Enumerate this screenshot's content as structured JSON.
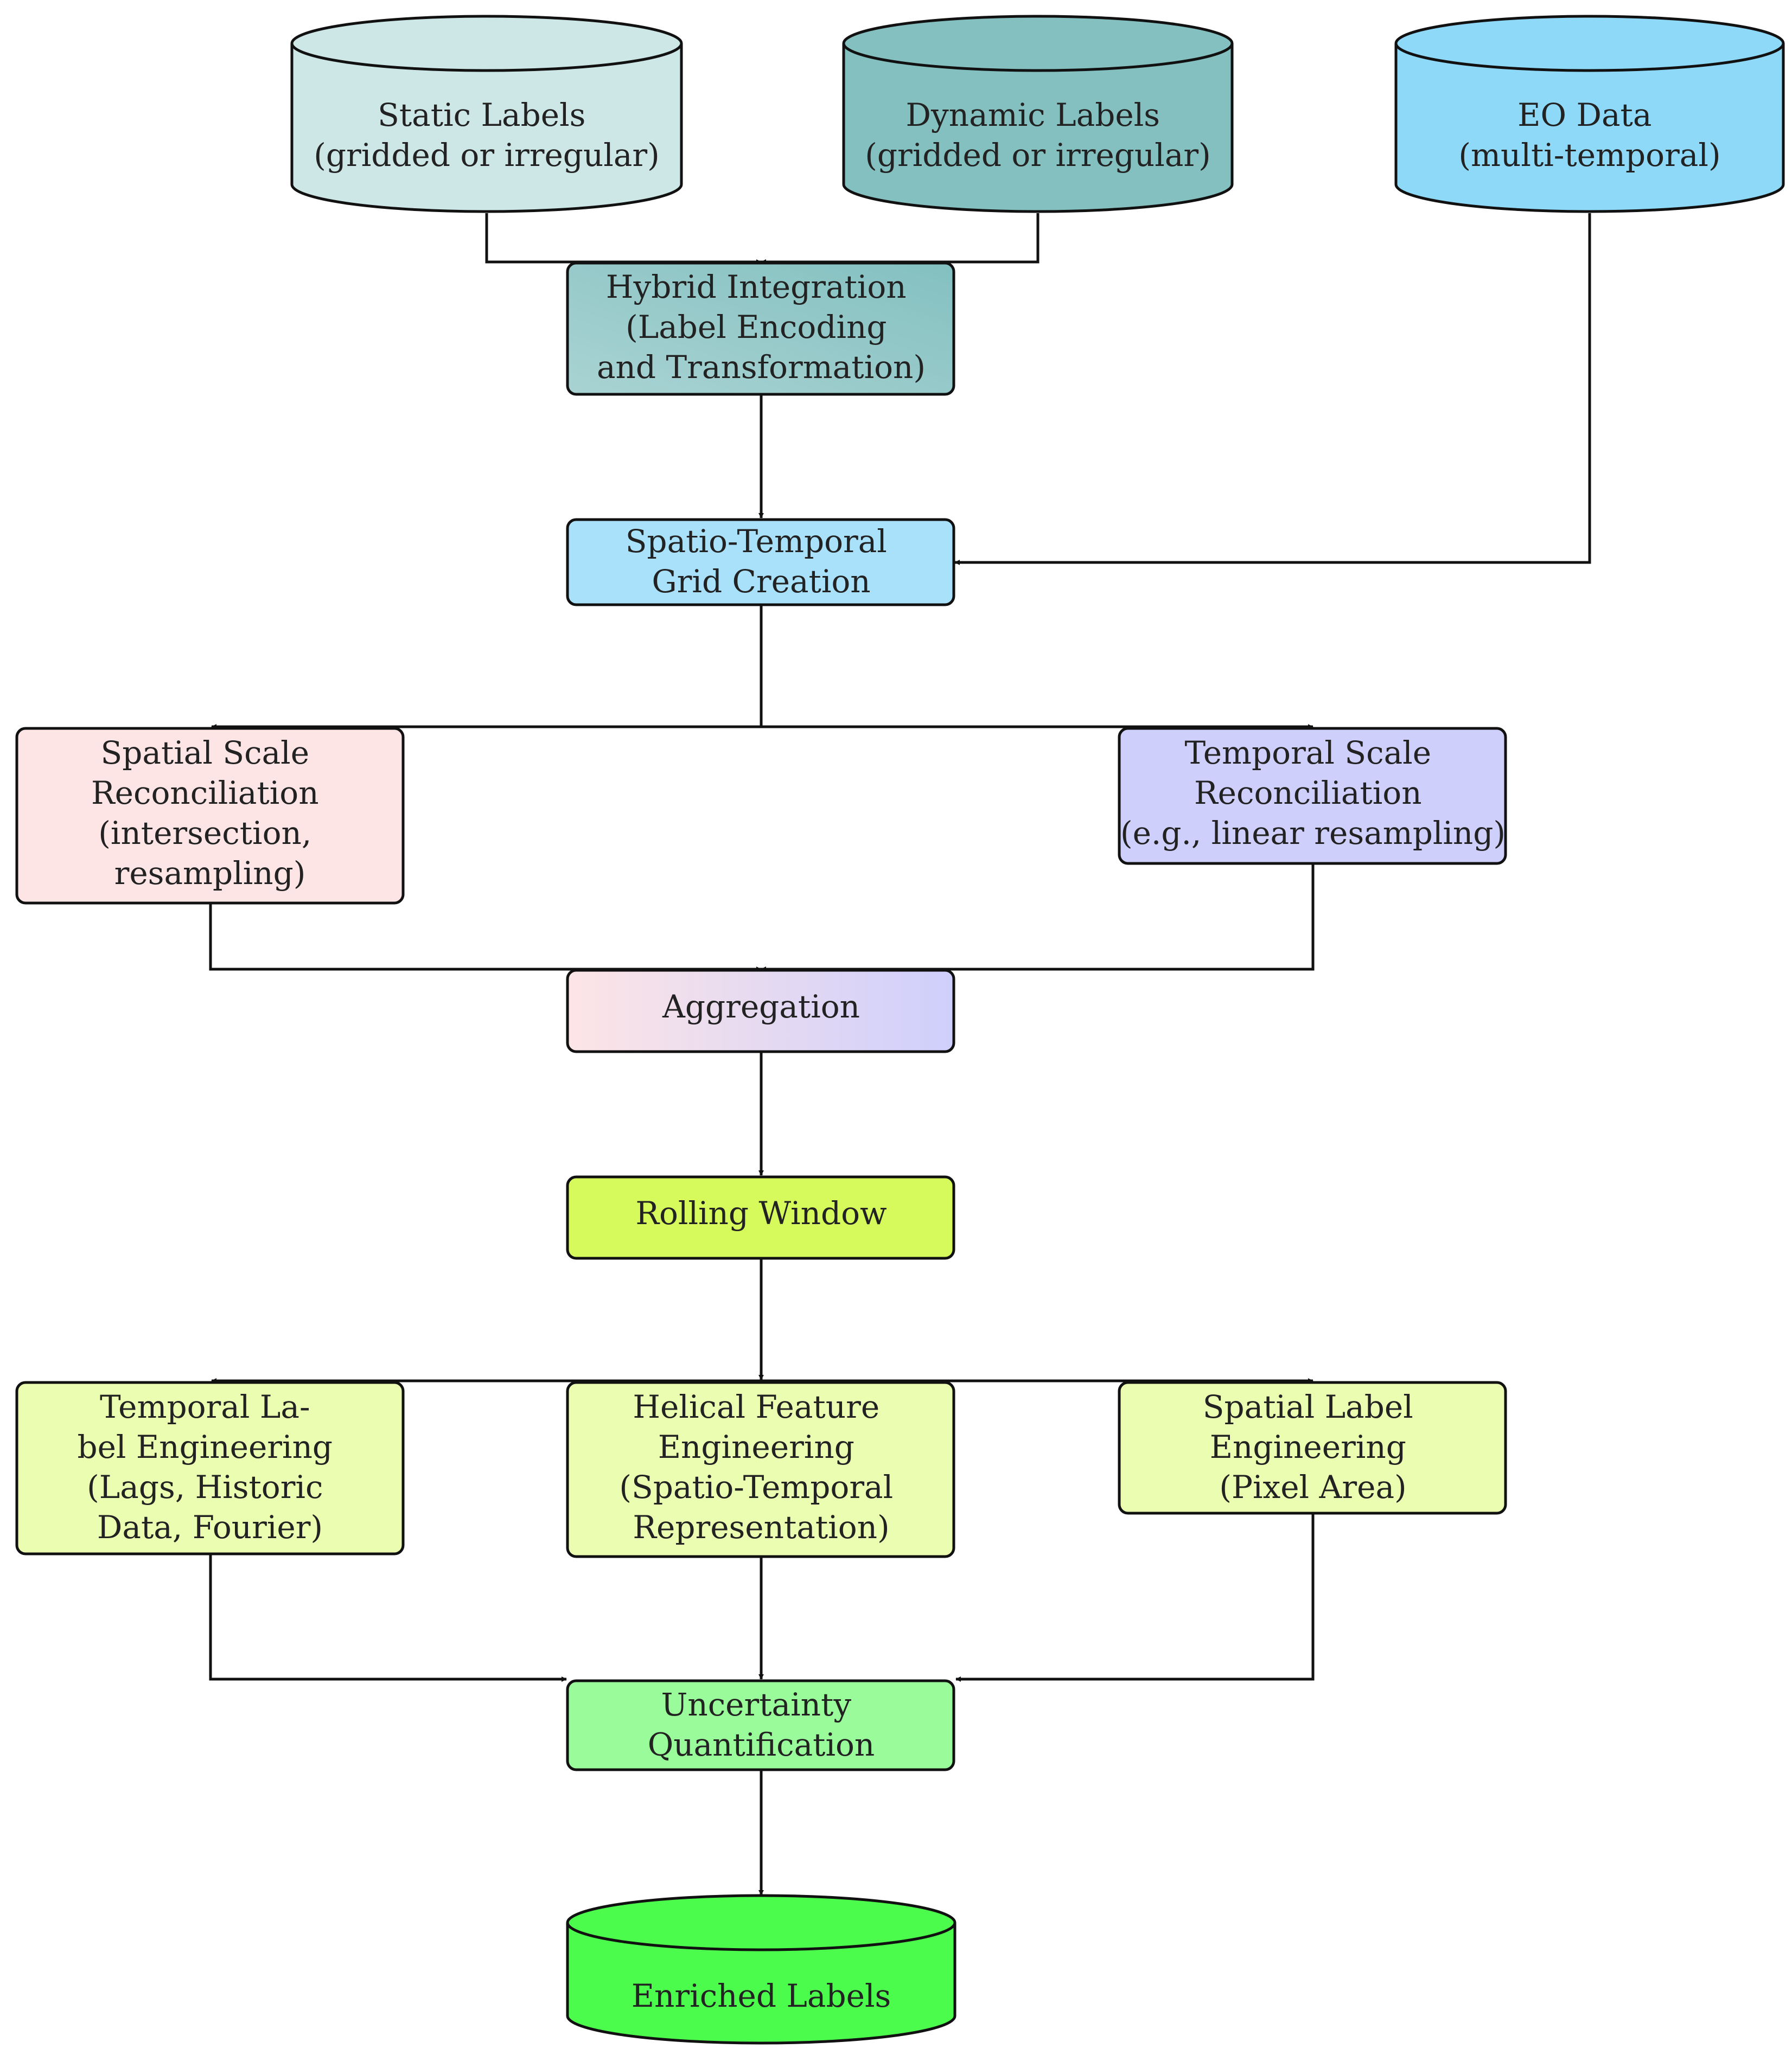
{
  "nodes": {
    "static_labels": {
      "lines": [
        "Static Labels",
        "(gridded or irregular)"
      ],
      "fill": "#cde6e6"
    },
    "dynamic_labels": {
      "lines": [
        "Dynamic Labels",
        "(gridded or irregular)"
      ],
      "fill": "#84c0c0"
    },
    "eo_data": {
      "lines": [
        "EO Data",
        "(multi-temporal)"
      ],
      "fill": "#8ed8f8"
    },
    "hybrid_integration": {
      "lines": [
        "Hybrid Integration",
        "(Label Encoding",
        "and Transformation)"
      ],
      "fill_from": "#a9d3d3",
      "fill_to": "#84c0c0"
    },
    "grid_creation": {
      "lines": [
        "Spatio-Temporal",
        "Grid Creation"
      ],
      "fill": "#a9e1fb"
    },
    "spatial_scale": {
      "lines": [
        "Spatial Scale",
        "Reconciliation",
        "(intersection,",
        "resampling)"
      ],
      "fill": "#fde5e6"
    },
    "temporal_scale": {
      "lines": [
        "Temporal Scale",
        "Reconciliation",
        "(e.g., linear resampling)"
      ],
      "fill": "#cfcffc"
    },
    "aggregation": {
      "lines": [
        "Aggregation"
      ],
      "fill_from": "#fde5e6",
      "fill_to": "#cfcffc"
    },
    "rolling_window": {
      "lines": [
        "Rolling Window"
      ],
      "fill": "#d6fa5c"
    },
    "temporal_label_eng": {
      "lines": [
        "Temporal La-",
        "bel Engineering",
        "(Lags, Historic",
        "Data, Fourier)"
      ],
      "fill": "#ebfdb0"
    },
    "helical_feature_eng": {
      "lines": [
        "Helical Feature",
        "Engineering",
        "(Spatio-Temporal",
        "Representation)"
      ],
      "fill": "#ebfdb0"
    },
    "spatial_label_eng": {
      "lines": [
        "Spatial Label",
        "Engineering",
        "(Pixel Area)"
      ],
      "fill": "#ebfdb0"
    },
    "uncertainty": {
      "lines": [
        "Uncertainty",
        "Quantification"
      ],
      "fill": "#99fb99"
    },
    "enriched_labels": {
      "lines": [
        "Enriched Labels"
      ],
      "fill": "#4cfc4c"
    }
  }
}
